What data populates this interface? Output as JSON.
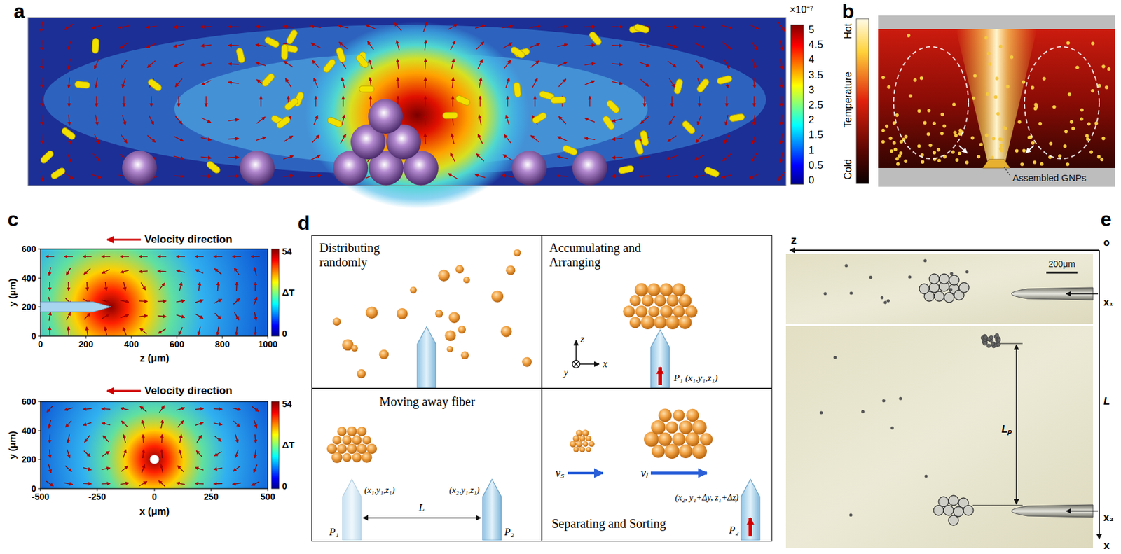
{
  "diagram": {
    "nodes": [
      {
        "text": [
          "Distributing randomly"
        ]
      },
      {
        "text": [
          "Accumulating and Arranging"
        ]
      },
      {
        "text": [
          "Moving away fiber"
        ]
      },
      {
        "text": [
          "Separating and Sorting"
        ]
      }
    ],
    "labels": [
      "a",
      "×10⁻⁷",
      "5",
      "4.5",
      "4",
      "3.5",
      "3",
      "2.5",
      "2",
      "1.5",
      "1",
      "0.5",
      "0",
      "b",
      "Hot",
      "Temperature",
      "Cold",
      "Assembled GNPs",
      "c",
      "Velocity direction",
      "600",
      "400",
      "200",
      "0",
      "y (μm)",
      "0",
      "200",
      "400",
      "600",
      "800",
      "1000",
      "z (μm)",
      "54",
      "ΔT",
      "0",
      "Velocity direction",
      "600",
      "400",
      "200",
      "0",
      "y (μm)",
      "-500",
      "-250",
      "0",
      "250",
      "500",
      "x (μm)",
      "54",
      "ΔT",
      "0",
      "d",
      "z",
      "y",
      "x",
      "P₁ (x₁,y₁,z₁)",
      "(x₁,y₁,z₁)",
      "P₁",
      "L",
      "(x₂,y₁,z₁)",
      "P₂",
      "vₛ",
      "vₗ",
      "(x₂, y₁+Δy, z₁+Δz)",
      "P₂",
      "e",
      "z",
      "o",
      "200μm",
      "x₁",
      "L",
      "Lₚ",
      "x₂",
      "x"
    ]
  }
}
